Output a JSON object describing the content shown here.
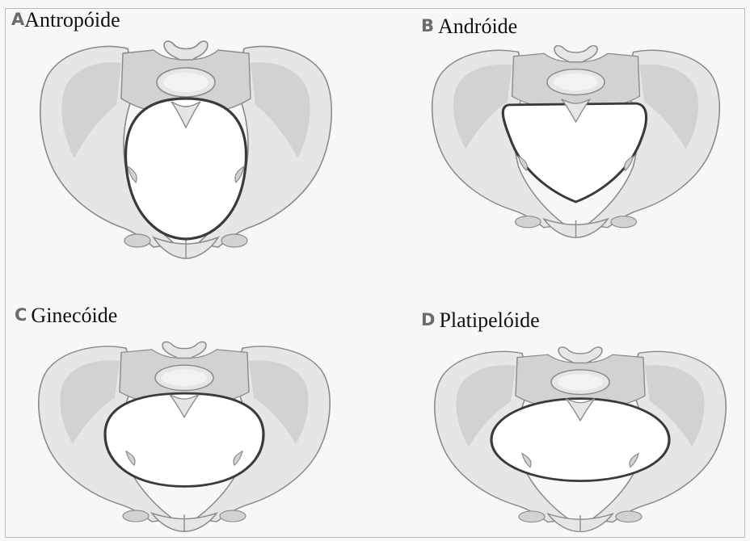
{
  "panels": [
    {
      "letter": "A",
      "name": "Antropóide",
      "inlet_shape": "antropoide"
    },
    {
      "letter": "B",
      "name": "Andróide",
      "inlet_shape": "androide"
    },
    {
      "letter": "C",
      "name": "Ginecóide",
      "inlet_shape": "ginecoide"
    },
    {
      "letter": "D",
      "name": "Platipelóide",
      "inlet_shape": "platipeloide"
    }
  ],
  "colors": {
    "bone_fill": "#e6e6e6",
    "bone_stroke": "#8a8a8a",
    "bone_shade": "#d2d2d2",
    "inlet_stroke": "#3a3a3a",
    "inlet_fill": "#ffffff"
  }
}
